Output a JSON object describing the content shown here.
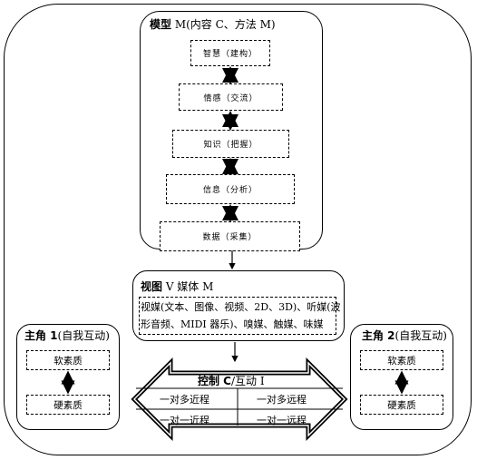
{
  "model": {
    "title_bold": "模型",
    "title_rest": " M(内容 C、方法 M)",
    "levels": [
      "智慧（建构）",
      "情感（交流）",
      "知识（把握）",
      "信息（分析）",
      "数据（采集）"
    ]
  },
  "view": {
    "title_bold": "视图",
    "title_rest": " V 媒体 M",
    "media_line1": "视媒(文本、图像、视频、2D、3D)、听媒(波",
    "media_line2": "形音频、MIDI 器乐)、嗅媒、触媒、味媒"
  },
  "actor1": {
    "title_bold": "主角 1",
    "title_rest": "(自我互动)",
    "soft": "软素质",
    "hard": "硬素质"
  },
  "actor2": {
    "title_bold": "主角 2",
    "title_rest": "(自我互动)",
    "soft": "软素质",
    "hard": "硬素质"
  },
  "control": {
    "title_bold": "控制 C",
    "title_rest": "/互动 I",
    "cells": [
      "一对多近程",
      "一对多远程",
      "一对一近程",
      "一对一远程"
    ]
  }
}
